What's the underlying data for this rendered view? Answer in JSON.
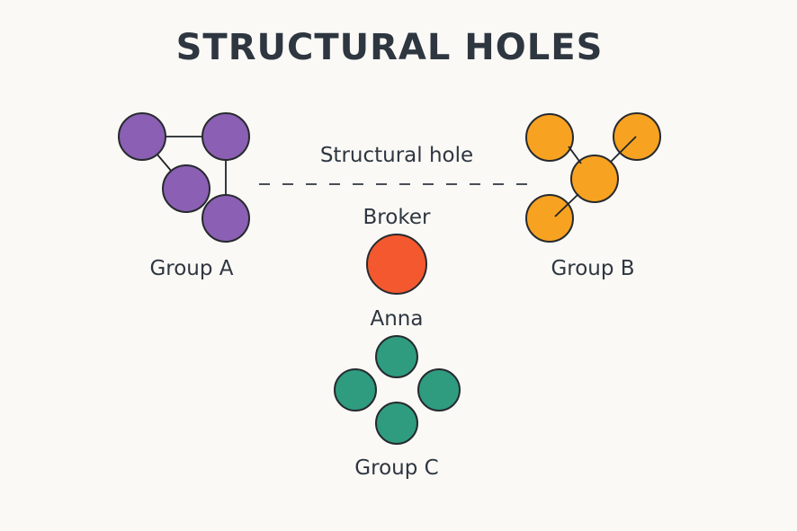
{
  "title": "STRUCTURAL HOLES",
  "labels": {
    "structural_hole": "Structural hole",
    "broker": "Broker",
    "broker_name": "Anna",
    "group_a": "Group A",
    "group_b": "Group B",
    "group_c": "Group C"
  },
  "colors": {
    "background": "#fbf9f6",
    "text": "#2e3640",
    "edge": "#1f2428",
    "group_a_fill": "#8b5fb3",
    "group_b_fill": "#f8a222",
    "group_c_fill": "#2f9c80",
    "broker_fill": "#f4582e",
    "node_stroke": "#262a2e"
  }
}
